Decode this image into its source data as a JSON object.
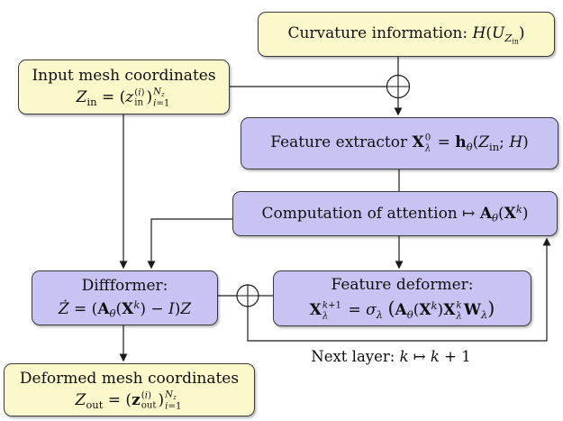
{
  "colors": {
    "box_yellow": "#fbf9cb",
    "box_purple": "#c7c4f4",
    "box_border": "#3a3a3a",
    "edge_line": "#1a1a1a",
    "background": "#ffffff"
  },
  "junctions": {
    "top": {
      "symbol": "⊕"
    },
    "mid": {
      "symbol": "⊕"
    }
  },
  "boxes": {
    "curvature": {
      "lines": [
        [
          {
            "s": "n",
            "t": "Curvature information:  "
          },
          {
            "s": "i",
            "t": "H"
          },
          {
            "s": "n",
            "t": "("
          },
          {
            "s": "i",
            "t": "U"
          },
          {
            "s": "sub",
            "c": [
              {
                "s": "cal",
                "t": "Z"
              },
              {
                "s": "sub",
                "c": [
                  {
                    "s": "n",
                    "t": "in"
                  }
                ]
              }
            ]
          },
          {
            "s": "n",
            "t": ")"
          }
        ]
      ]
    },
    "input_mesh": {
      "lines": [
        [
          {
            "s": "n",
            "t": "Input mesh coordinates"
          }
        ],
        [
          {
            "s": "cal",
            "t": "Z"
          },
          {
            "s": "sub",
            "c": [
              {
                "s": "n",
                "t": "in"
              }
            ]
          },
          {
            "s": "n",
            "t": " = ("
          },
          {
            "s": "i",
            "t": "z"
          },
          {
            "s": "stk",
            "sup": [
              {
                "s": "n",
                "t": "("
              },
              {
                "s": "i",
                "t": "i"
              },
              {
                "s": "n",
                "t": ")"
              }
            ],
            "sub": [
              {
                "s": "n",
                "t": "in"
              }
            ]
          },
          {
            "s": "n",
            "t": ")"
          },
          {
            "s": "stk",
            "sup": [
              {
                "s": "i",
                "t": "N"
              },
              {
                "s": "sub",
                "c": [
                  {
                    "s": "i",
                    "t": "z"
                  }
                ]
              }
            ],
            "sub": [
              {
                "s": "i",
                "t": "i"
              },
              {
                "s": "n",
                "t": "=1"
              }
            ]
          }
        ]
      ]
    },
    "feature_extractor": {
      "lines": [
        [
          {
            "s": "n",
            "t": "Feature extractor "
          },
          {
            "s": "b",
            "t": "X"
          },
          {
            "s": "stk",
            "sup": [
              {
                "s": "n",
                "t": "0"
              }
            ],
            "sub": [
              {
                "s": "i",
                "t": "λ"
              }
            ]
          },
          {
            "s": "n",
            "t": " = "
          },
          {
            "s": "b",
            "t": "h"
          },
          {
            "s": "sub",
            "c": [
              {
                "s": "i",
                "t": "θ"
              }
            ]
          },
          {
            "s": "n",
            "t": "("
          },
          {
            "s": "cal",
            "t": "Z"
          },
          {
            "s": "sub",
            "c": [
              {
                "s": "n",
                "t": "in"
              }
            ]
          },
          {
            "s": "n",
            "t": "; "
          },
          {
            "s": "i",
            "t": "H"
          },
          {
            "s": "n",
            "t": ")"
          }
        ]
      ]
    },
    "attention": {
      "lines": [
        [
          {
            "s": "n",
            "t": "Computation of attention ↦ "
          },
          {
            "s": "b",
            "t": "A"
          },
          {
            "s": "sub",
            "c": [
              {
                "s": "i",
                "t": "θ"
              }
            ]
          },
          {
            "s": "n",
            "t": "("
          },
          {
            "s": "b",
            "t": "X"
          },
          {
            "s": "sup",
            "c": [
              {
                "s": "i",
                "t": "k"
              }
            ]
          },
          {
            "s": "n",
            "t": ")"
          }
        ]
      ]
    },
    "diffformer": {
      "lines": [
        [
          {
            "s": "n",
            "t": "Diffformer:"
          }
        ],
        [
          {
            "s": "cal",
            "t": "Ż"
          },
          {
            "s": "n",
            "t": " = ("
          },
          {
            "s": "b",
            "t": "A"
          },
          {
            "s": "sub",
            "c": [
              {
                "s": "i",
                "t": "θ"
              }
            ]
          },
          {
            "s": "n",
            "t": "("
          },
          {
            "s": "b",
            "t": "X"
          },
          {
            "s": "sup",
            "c": [
              {
                "s": "i",
                "t": "k"
              }
            ]
          },
          {
            "s": "n",
            "t": ") − "
          },
          {
            "s": "i",
            "t": "I"
          },
          {
            "s": "n",
            "t": ")"
          },
          {
            "s": "cal",
            "t": "Z"
          }
        ]
      ]
    },
    "feature_deformer": {
      "lines": [
        [
          {
            "s": "n",
            "t": "Feature deformer:"
          }
        ],
        [
          {
            "s": "b",
            "t": "X"
          },
          {
            "s": "stk",
            "sup": [
              {
                "s": "i",
                "t": "k"
              },
              {
                "s": "n",
                "t": "+1"
              }
            ],
            "sub": [
              {
                "s": "i",
                "t": "λ"
              }
            ]
          },
          {
            "s": "n",
            "t": " = "
          },
          {
            "s": "i",
            "t": "σ"
          },
          {
            "s": "sub",
            "c": [
              {
                "s": "i",
                "t": "λ"
              }
            ]
          },
          {
            "s": "n",
            "t": " "
          },
          {
            "s": "bg",
            "t": "("
          },
          {
            "s": "b",
            "t": "A"
          },
          {
            "s": "sub",
            "c": [
              {
                "s": "i",
                "t": "θ"
              }
            ]
          },
          {
            "s": "n",
            "t": "("
          },
          {
            "s": "b",
            "t": "X"
          },
          {
            "s": "sup",
            "c": [
              {
                "s": "i",
                "t": "k"
              }
            ]
          },
          {
            "s": "n",
            "t": ")"
          },
          {
            "s": "b",
            "t": "X"
          },
          {
            "s": "stk",
            "sup": [
              {
                "s": "i",
                "t": "k"
              }
            ],
            "sub": [
              {
                "s": "i",
                "t": "λ"
              }
            ]
          },
          {
            "s": "b",
            "t": "W"
          },
          {
            "s": "sub",
            "c": [
              {
                "s": "i",
                "t": "λ"
              }
            ]
          },
          {
            "s": "bg",
            "t": ")"
          }
        ]
      ]
    },
    "deformed_mesh": {
      "lines": [
        [
          {
            "s": "n",
            "t": "Deformed mesh coordinates"
          }
        ],
        [
          {
            "s": "cal",
            "t": "Z"
          },
          {
            "s": "sub",
            "c": [
              {
                "s": "n",
                "t": "out"
              }
            ]
          },
          {
            "s": "n",
            "t": " = ("
          },
          {
            "s": "b",
            "t": "z"
          },
          {
            "s": "stk",
            "sup": [
              {
                "s": "n",
                "t": "("
              },
              {
                "s": "i",
                "t": "i"
              },
              {
                "s": "n",
                "t": ")"
              }
            ],
            "sub": [
              {
                "s": "n",
                "t": "out"
              }
            ]
          },
          {
            "s": "n",
            "t": ")"
          },
          {
            "s": "stk",
            "sup": [
              {
                "s": "i",
                "t": "N"
              },
              {
                "s": "sub",
                "c": [
                  {
                    "s": "i",
                    "t": "z"
                  }
                ]
              }
            ],
            "sub": [
              {
                "s": "i",
                "t": "i"
              },
              {
                "s": "n",
                "t": "=1"
              }
            ]
          }
        ]
      ]
    }
  },
  "labels": {
    "next_layer": [
      {
        "s": "n",
        "t": "Next layer: "
      },
      {
        "s": "i",
        "t": "k"
      },
      {
        "s": "n",
        "t": " ↦ "
      },
      {
        "s": "i",
        "t": "k"
      },
      {
        "s": "n",
        "t": " + 1"
      }
    ]
  }
}
